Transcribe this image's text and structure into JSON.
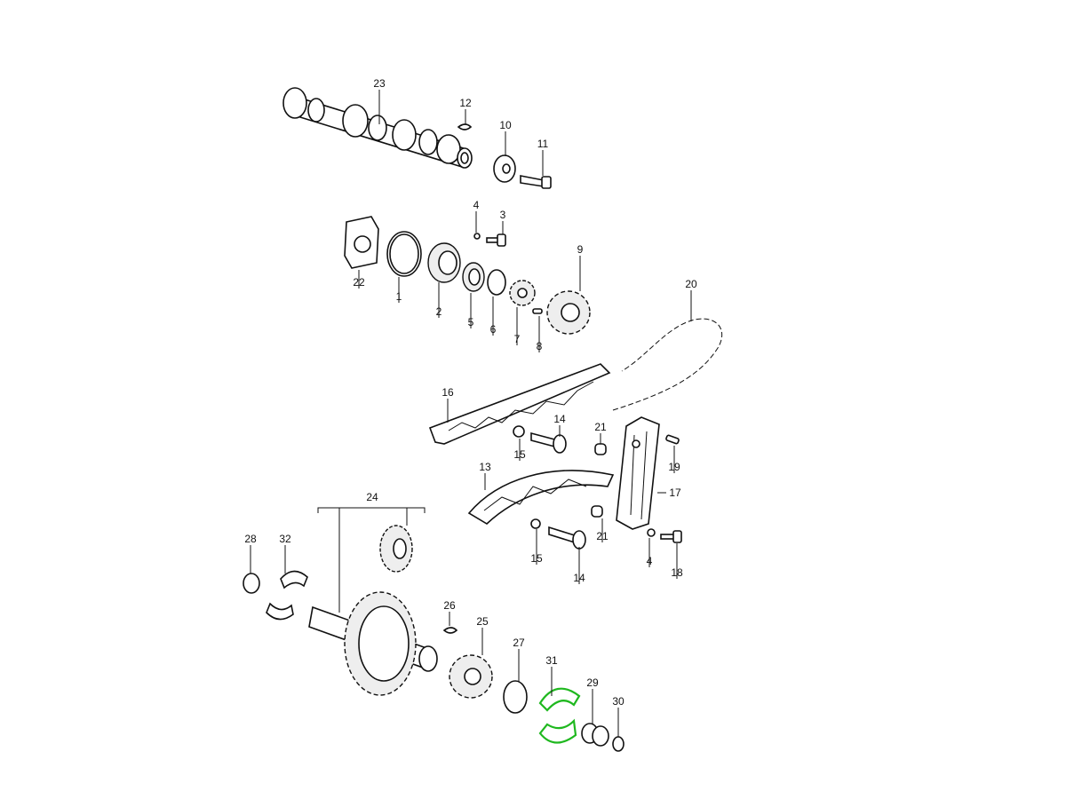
{
  "diagram": {
    "highlight_color": "#1fb81f",
    "highlighted_part": "31",
    "callouts": [
      {
        "id": "c23",
        "text": "23"
      },
      {
        "id": "c12",
        "text": "12"
      },
      {
        "id": "c10",
        "text": "10"
      },
      {
        "id": "c11",
        "text": "11"
      },
      {
        "id": "c4a",
        "text": "4"
      },
      {
        "id": "c3",
        "text": "3"
      },
      {
        "id": "c9",
        "text": "9"
      },
      {
        "id": "c22",
        "text": "22"
      },
      {
        "id": "c1",
        "text": "1"
      },
      {
        "id": "c2",
        "text": "2"
      },
      {
        "id": "c5",
        "text": "5"
      },
      {
        "id": "c6",
        "text": "6"
      },
      {
        "id": "c7",
        "text": "7"
      },
      {
        "id": "c8",
        "text": "8"
      },
      {
        "id": "c20",
        "text": "20"
      },
      {
        "id": "c16",
        "text": "16"
      },
      {
        "id": "c14a",
        "text": "14"
      },
      {
        "id": "c21a",
        "text": "21"
      },
      {
        "id": "c19",
        "text": "19"
      },
      {
        "id": "c15a",
        "text": "15"
      },
      {
        "id": "c13",
        "text": "13"
      },
      {
        "id": "c17",
        "text": "17"
      },
      {
        "id": "c24",
        "text": "24"
      },
      {
        "id": "c21b",
        "text": "21"
      },
      {
        "id": "c28",
        "text": "28"
      },
      {
        "id": "c32",
        "text": "32"
      },
      {
        "id": "c15b",
        "text": "15"
      },
      {
        "id": "c4b",
        "text": "4"
      },
      {
        "id": "c18",
        "text": "18"
      },
      {
        "id": "c14b",
        "text": "14"
      },
      {
        "id": "c26",
        "text": "26"
      },
      {
        "id": "c25",
        "text": "25"
      },
      {
        "id": "c27",
        "text": "27"
      },
      {
        "id": "c31",
        "text": "31"
      },
      {
        "id": "c29",
        "text": "29"
      },
      {
        "id": "c30",
        "text": "30"
      }
    ]
  }
}
